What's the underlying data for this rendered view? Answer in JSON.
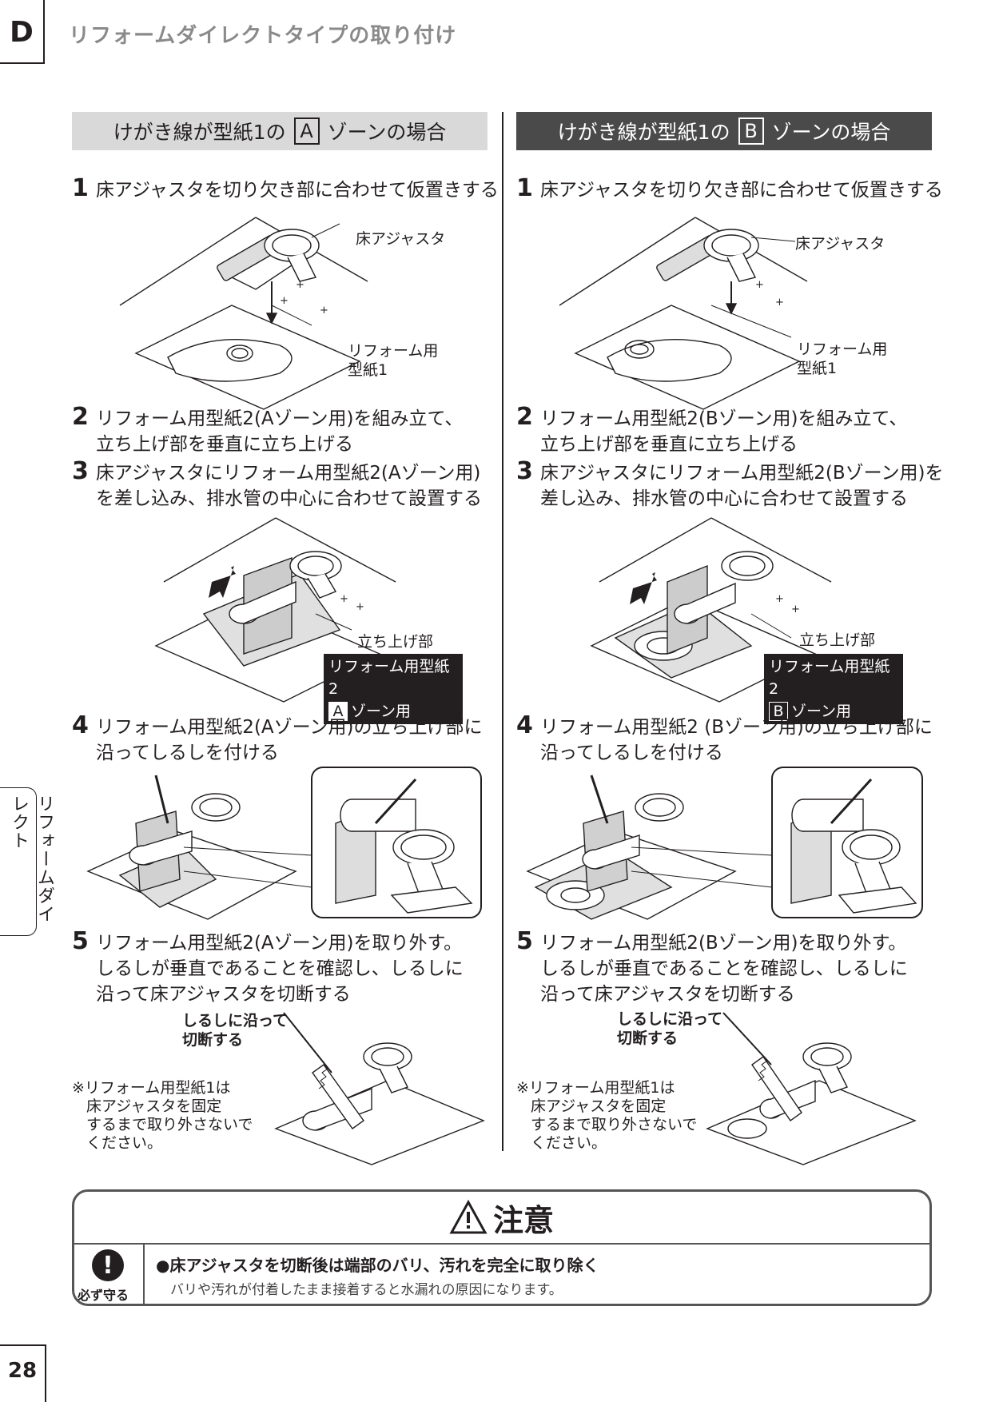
{
  "header": {
    "section_letter": "D",
    "title": "リフォームダイレクトタイプの取り付け"
  },
  "side_tab": "リフォームダイレクト",
  "page_number": "28",
  "col_a": {
    "head_pre": "けがき線が型紙1の",
    "zone": "A",
    "head_post": "ゾーンの場合",
    "step1_n": "1",
    "step1": "床アジャスタを切り欠き部に合わせて仮置きする",
    "label_adjuster": "床アジャスタ",
    "label_template1_a": "リフォーム用",
    "label_template1_b": "型紙1",
    "step2_n": "2",
    "step2_a": "リフォーム用型紙2(Aゾーン用)を組み立て、",
    "step2_b": "立ち上げ部を垂直に立ち上げる",
    "step3_n": "3",
    "step3_a": "床アジャスタにリフォーム用型紙2(Aゾーン用)",
    "step3_b": "を差し込み、排水管の中心に合わせて設置する",
    "label_riser": "立ち上げ部",
    "label_template2": "リフォーム用型紙2",
    "label_zone_use": "ゾーン用",
    "step4_n": "4",
    "step4_a": "リフォーム用型紙2(Aゾーン用)の立ち上げ部に",
    "step4_b": "沿ってしるしを付ける",
    "step5_n": "5",
    "step5_a": "リフォーム用型紙2(Aゾーン用)を取り外す。",
    "step5_b": "しるしが垂直であることを確認し、しるしに",
    "step5_c": "沿って床アジャスタを切断する",
    "cut_a": "しるしに沿って",
    "cut_b": "切断する",
    "note_1": "※リフォーム用型紙1は",
    "note_2": "床アジャスタを固定",
    "note_3": "するまで取り外さないで",
    "note_4": "ください。"
  },
  "col_b": {
    "head_pre": "けがき線が型紙1の",
    "zone": "B",
    "head_post": "ゾーンの場合",
    "step1_n": "1",
    "step1": "床アジャスタを切り欠き部に合わせて仮置きする",
    "label_adjuster": "床アジャスタ",
    "label_template1_a": "リフォーム用",
    "label_template1_b": "型紙1",
    "step2_n": "2",
    "step2_a": "リフォーム用型紙2(Bゾーン用)を組み立て、",
    "step2_b": "立ち上げ部を垂直に立ち上げる",
    "step3_n": "3",
    "step3_a": "床アジャスタにリフォーム用型紙2(Bゾーン用)を",
    "step3_b": "差し込み、排水管の中心に合わせて設置する",
    "label_riser": "立ち上げ部",
    "label_template2": "リフォーム用型紙2",
    "label_zone_use": "ゾーン用",
    "step4_n": "4",
    "step4_a": "リフォーム用型紙2 (Bゾーン用)の立ち上げ部に",
    "step4_b": "沿ってしるしを付ける",
    "step5_n": "5",
    "step5_a": "リフォーム用型紙2(Bゾーン用)を取り外す。",
    "step5_b": "しるしが垂直であることを確認し、しるしに",
    "step5_c": "沿って床アジャスタを切断する",
    "cut_a": "しるしに沿って",
    "cut_b": "切断する",
    "note_1": "※リフォーム用型紙1は",
    "note_2": "床アジャスタを固定",
    "note_3": "するまで取り外さないで",
    "note_4": "ください。"
  },
  "caution": {
    "title": "注意",
    "must_label": "必ず守る",
    "main": "●床アジャスタを切断後は端部のバリ、汚れを完全に取り除く",
    "sub": "バリや汚れが付着したまま接着すると水漏れの原因になります。"
  }
}
